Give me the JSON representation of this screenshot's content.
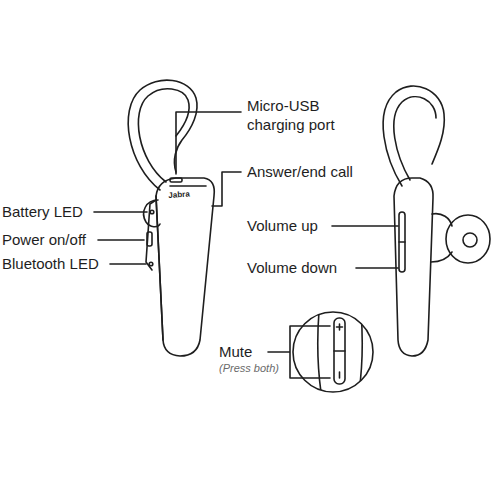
{
  "diagram": {
    "labels": [
      "Micro-USB charging port",
      "Answer/end call",
      "Battery LED",
      "Power on/off",
      "Bluetooth LED",
      "Volume up",
      "Volume down",
      "Mute",
      "(Press both)",
      "Jabra"
    ]
  }
}
